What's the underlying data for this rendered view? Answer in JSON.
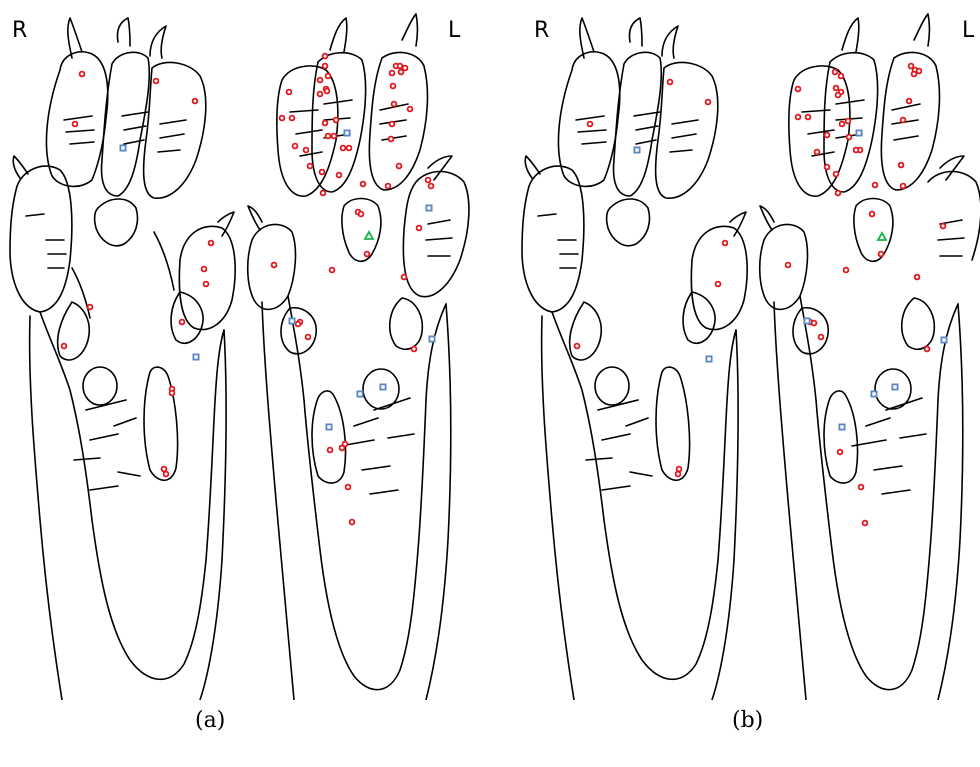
{
  "panels": [
    {
      "caption": "(a)",
      "label_right_foot": "R",
      "label_left_foot": "L",
      "markers": {
        "circles": [
          [
            82,
            74
          ],
          [
            156,
            81
          ],
          [
            195,
            101
          ],
          [
            75,
            124
          ],
          [
            211,
            243
          ],
          [
            204,
            269
          ],
          [
            206,
            284
          ],
          [
            90,
            307
          ],
          [
            64,
            346
          ],
          [
            182,
            322
          ],
          [
            172,
            389
          ],
          [
            172,
            393
          ],
          [
            164,
            469
          ],
          [
            166,
            474
          ],
          [
            325,
            56
          ],
          [
            325,
            66
          ],
          [
            328,
            76
          ],
          [
            320,
            80
          ],
          [
            326,
            89
          ],
          [
            320,
            94
          ],
          [
            327,
            91
          ],
          [
            396,
            66
          ],
          [
            401,
            72
          ],
          [
            405,
            68
          ],
          [
            392,
            73
          ],
          [
            400,
            66
          ],
          [
            393,
            86
          ],
          [
            289,
            92
          ],
          [
            282,
            118
          ],
          [
            292,
            118
          ],
          [
            410,
            109
          ],
          [
            394,
            104
          ],
          [
            336,
            120
          ],
          [
            325,
            123
          ],
          [
            328,
            136
          ],
          [
            334,
            136
          ],
          [
            343,
            148
          ],
          [
            349,
            148
          ],
          [
            295,
            146
          ],
          [
            306,
            150
          ],
          [
            392,
            124
          ],
          [
            391,
            139
          ],
          [
            310,
            166
          ],
          [
            399,
            166
          ],
          [
            322,
            172
          ],
          [
            339,
            175
          ],
          [
            363,
            184
          ],
          [
            388,
            186
          ],
          [
            428,
            180
          ],
          [
            431,
            186
          ],
          [
            323,
            193
          ],
          [
            358,
            212
          ],
          [
            361,
            214
          ],
          [
            419,
            228
          ],
          [
            367,
            254
          ],
          [
            404,
            277
          ],
          [
            274,
            265
          ],
          [
            332,
            270
          ],
          [
            300,
            322
          ],
          [
            298,
            324
          ],
          [
            308,
            337
          ],
          [
            414,
            349
          ],
          [
            345,
            444
          ],
          [
            342,
            448
          ],
          [
            330,
            450
          ],
          [
            348,
            487
          ],
          [
            352,
            522
          ]
        ],
        "squares": [
          [
            123,
            148
          ],
          [
            196,
            357
          ],
          [
            347,
            133
          ],
          [
            429,
            208
          ],
          [
            292,
            321
          ],
          [
            432,
            339
          ],
          [
            383,
            387
          ],
          [
            360,
            394
          ],
          [
            329,
            427
          ]
        ],
        "triangles": [
          [
            369,
            236
          ]
        ]
      }
    },
    {
      "caption": "(b)",
      "label_right_foot": "R",
      "label_left_foot": "L",
      "markers": {
        "circles": [
          [
            670,
            82
          ],
          [
            708,
            102
          ],
          [
            590,
            124
          ],
          [
            725,
            243
          ],
          [
            718,
            284
          ],
          [
            577,
            346
          ],
          [
            679,
            469
          ],
          [
            678,
            474
          ],
          [
            835,
            72
          ],
          [
            841,
            76
          ],
          [
            836,
            88
          ],
          [
            841,
            92
          ],
          [
            838,
            95
          ],
          [
            911,
            66
          ],
          [
            915,
            70
          ],
          [
            919,
            71
          ],
          [
            914,
            74
          ],
          [
            798,
            89
          ],
          [
            909,
            101
          ],
          [
            798,
            117
          ],
          [
            808,
            117
          ],
          [
            848,
            121
          ],
          [
            842,
            124
          ],
          [
            903,
            120
          ],
          [
            827,
            135
          ],
          [
            849,
            137
          ],
          [
            860,
            150
          ],
          [
            856,
            150
          ],
          [
            817,
            152
          ],
          [
            827,
            167
          ],
          [
            836,
            174
          ],
          [
            875,
            185
          ],
          [
            903,
            186
          ],
          [
            901,
            165
          ],
          [
            838,
            193
          ],
          [
            872,
            214
          ],
          [
            943,
            226
          ],
          [
            881,
            254
          ],
          [
            788,
            265
          ],
          [
            846,
            270
          ],
          [
            917,
            277
          ],
          [
            810,
            322
          ],
          [
            814,
            323
          ],
          [
            821,
            337
          ],
          [
            927,
            349
          ],
          [
            840,
            452
          ],
          [
            861,
            487
          ],
          [
            865,
            523
          ]
        ],
        "squares": [
          [
            637,
            150
          ],
          [
            709,
            359
          ],
          [
            859,
            133
          ],
          [
            807,
            321
          ],
          [
            944,
            340
          ],
          [
            895,
            387
          ],
          [
            874,
            394
          ],
          [
            842,
            427
          ]
        ],
        "triangles": [
          [
            882,
            237
          ]
        ]
      }
    }
  ]
}
